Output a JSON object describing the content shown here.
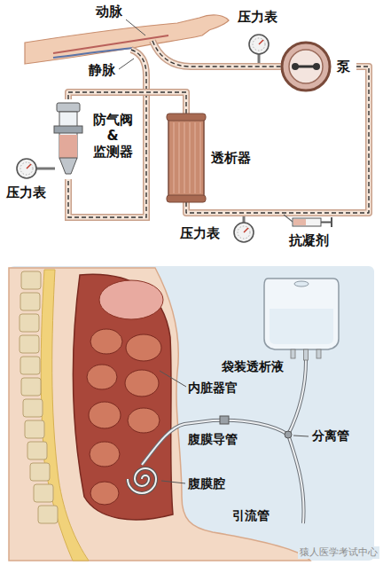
{
  "diagram": {
    "nodes": [
      {
        "text": [
          "压力表"
        ]
      },
      {
        "text": [
          "泵"
        ]
      },
      {
        "text": [
          "防气阀 & 监测器"
        ]
      },
      {
        "text": [
          "透析器"
        ]
      },
      {
        "text": [
          "压力表"
        ]
      },
      {
        "text": [
          "压力表"
        ]
      },
      {
        "text": [
          "抗凝剂"
        ]
      },
      {
        "text": [
          "袋装透析液"
        ]
      }
    ],
    "edges": [
      {
        "from": 1,
        "to": 3,
        "arrow": "none"
      },
      {
        "from": 3,
        "to": 2,
        "arrow": "none"
      }
    ],
    "labels": [
      "动脉",
      "静脉",
      "内脏器官",
      "腹膜导管",
      "分离管",
      "腹膜腔",
      "引流管",
      "猿人医学考试中心"
    ]
  }
}
